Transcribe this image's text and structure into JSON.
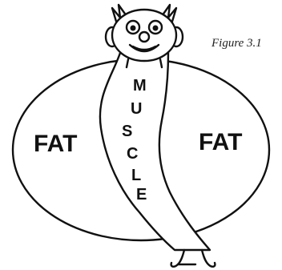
{
  "figure": {
    "caption": "Figure 3.1",
    "left_label": "FAT",
    "right_label": "FAT",
    "center_word_letters": [
      "M",
      "U",
      "S",
      "C",
      "L",
      "E"
    ]
  },
  "icons": {
    "character_head": "cartoon-face-icon"
  }
}
